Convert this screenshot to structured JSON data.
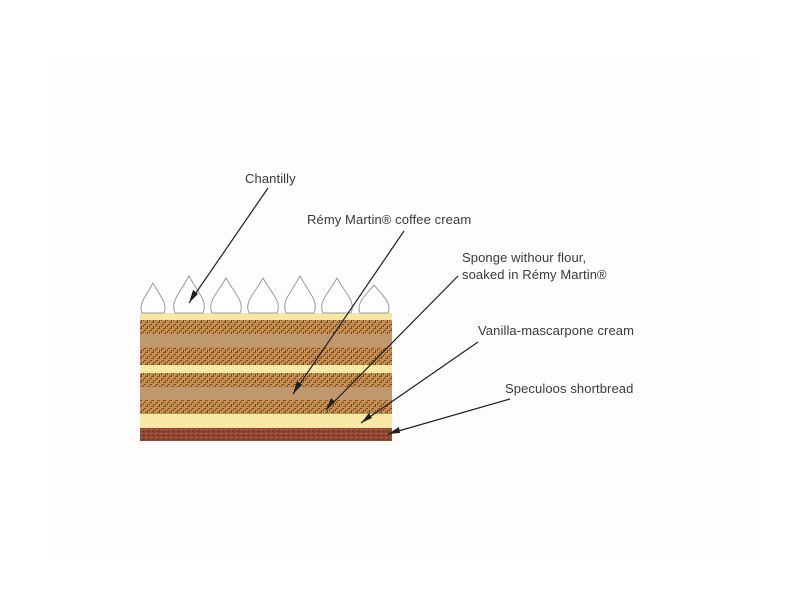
{
  "labels": {
    "chantilly": "Chantilly",
    "coffee_cream": "Rémy Martin® coffee cream",
    "sponge_line1": "Sponge withour flour,",
    "sponge_line2": "soaked in Rémy Martin®",
    "vanilla_cream": "Vanilla-mascarpone cream",
    "shortbread": "Speculoos shortbread"
  },
  "colors": {
    "chantilly": "#ffffff",
    "cream_base": "#f7e7a6",
    "sponge": "#c98d4d",
    "coffee_cream": "#c0986d",
    "vanilla_cream": "#f8eaa6",
    "shortbread": "#8d4631",
    "arrow": "#1f1f1f",
    "text": "#3a3a3a"
  }
}
